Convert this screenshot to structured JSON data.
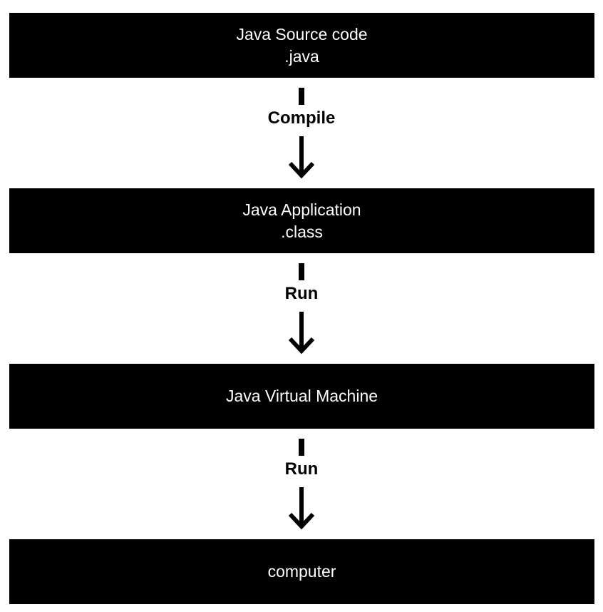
{
  "nodes": [
    {
      "line1": "Java Source code",
      "line2": ".java"
    },
    {
      "line1": "Java Application",
      "line2": ".class"
    },
    {
      "line1": "Java Virtual Machine"
    },
    {
      "line1": "computer"
    }
  ],
  "edges": [
    {
      "label": "Compile"
    },
    {
      "label": "Run"
    },
    {
      "label": "Run"
    }
  ],
  "colors": {
    "box_fill": "#000000",
    "box_text": "#ffffff",
    "arrow": "#000000",
    "background": "#ffffff"
  }
}
